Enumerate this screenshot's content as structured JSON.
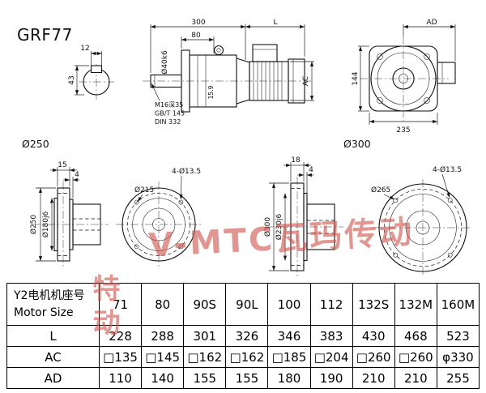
{
  "title": "GRF77",
  "watermark": {
    "main": "V-MTC瓦玛传动",
    "side": "特动",
    "color": "#cd5048"
  },
  "shaft_section": {
    "key_width": "12",
    "height": "43"
  },
  "side_view": {
    "dim_300": "300",
    "dim_l": "L",
    "dim_80": "80",
    "shaft_dia": "Ø40k6",
    "dim_ac": "AC",
    "dim_15_9": "15.9",
    "note_tap": "M16深35",
    "note_gb": "GB/T 145",
    "note_din": "DIN 332"
  },
  "end_view": {
    "dim_ad": "AD",
    "dim_144": "144",
    "dim_235": "235"
  },
  "flange250": {
    "label": "Ø250",
    "thickness": "15",
    "spigot": "4",
    "outer_dia": "Ø250",
    "spigot_dia": "Ø180j6",
    "bolt_circle": "Ø215",
    "holes": "4-Ø13.5"
  },
  "flange300": {
    "label": "Ø300",
    "thickness": "18",
    "spigot": "4",
    "outer_dia": "Ø300",
    "spigot_dia": "Ø230j6",
    "bolt_circle": "Ø265",
    "holes": "4-Ø13.5"
  },
  "table": {
    "header_cn": "Y2电机机座号",
    "header_en": "Motor Size",
    "sizes": [
      "71",
      "80",
      "90S",
      "90L",
      "100",
      "112",
      "132S",
      "132M",
      "160M"
    ],
    "rows": [
      {
        "label": "L",
        "values": [
          "228",
          "288",
          "301",
          "326",
          "346",
          "383",
          "430",
          "468",
          "523"
        ]
      },
      {
        "label": "AC",
        "values": [
          "□135",
          "□145",
          "□162",
          "□162",
          "□185",
          "□204",
          "□260",
          "□260",
          "φ330"
        ]
      },
      {
        "label": "AD",
        "values": [
          "110",
          "140",
          "155",
          "155",
          "180",
          "190",
          "210",
          "210",
          "255"
        ]
      }
    ]
  }
}
